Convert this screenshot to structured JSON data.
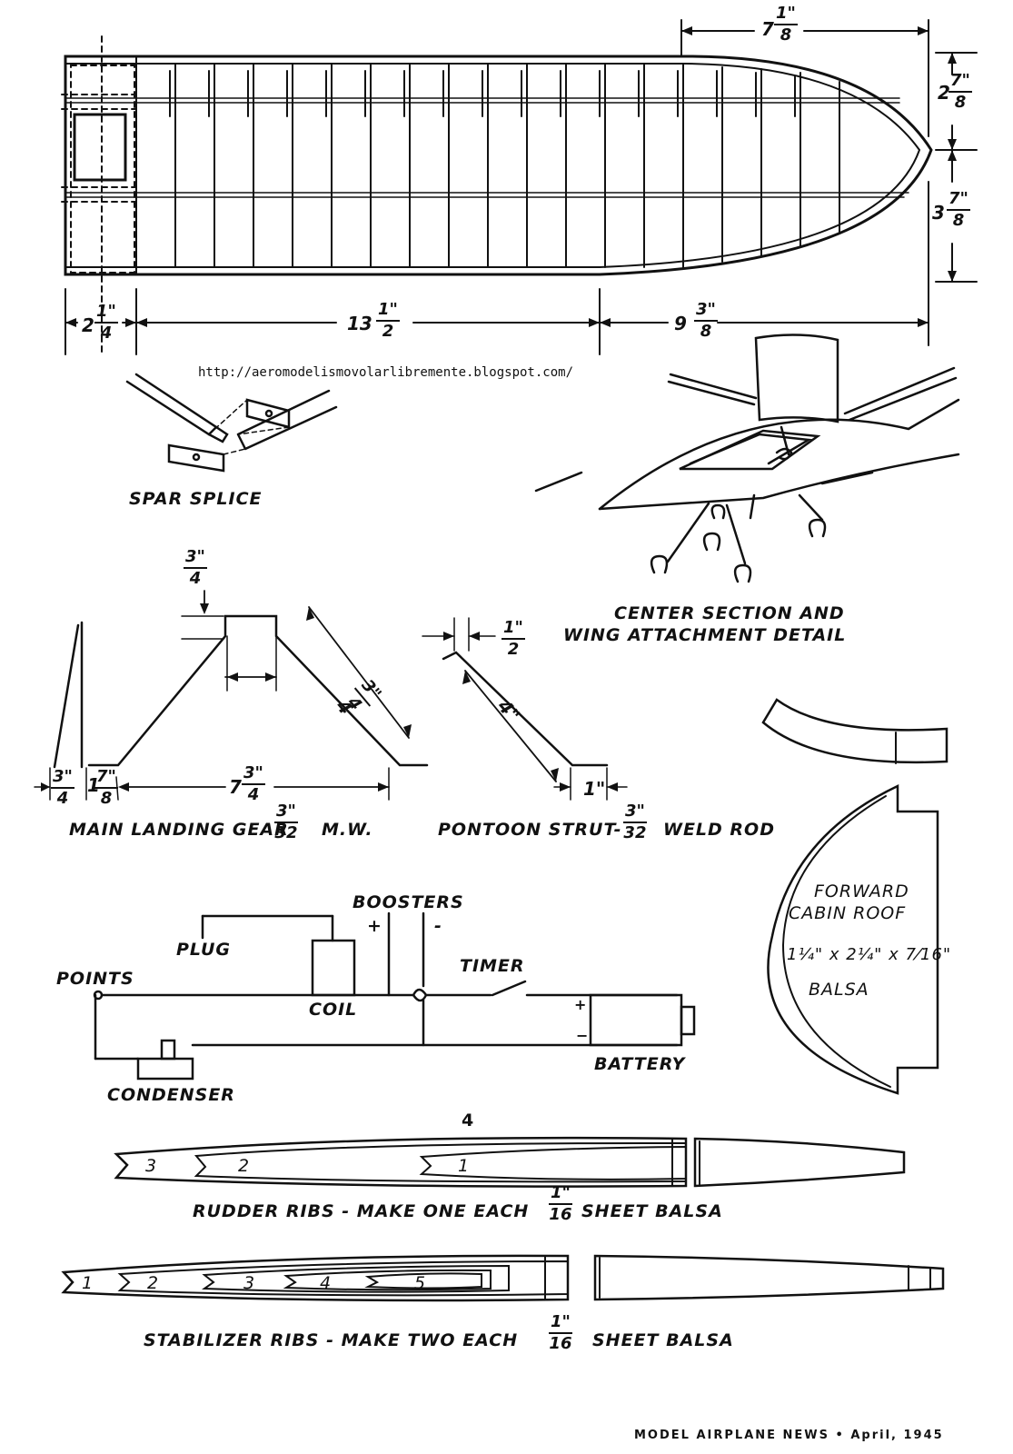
{
  "source_url": "http://aeromodelismovolarlibremente.blogspot.com/",
  "wing": {
    "dim_tip_width_whole": "7",
    "dim_tip_width_frac": [
      "1\"",
      "8"
    ],
    "dim_upper_right_whole": "2",
    "dim_upper_right_frac": [
      "7\"",
      "8"
    ],
    "dim_lower_right_whole": "3",
    "dim_lower_right_frac": [
      "7\"",
      "8"
    ],
    "dim_left_whole": "2",
    "dim_left_frac": [
      "1\"",
      "4"
    ],
    "dim_center_whole": "13",
    "dim_center_frac": [
      "1\"",
      "2"
    ],
    "dim_right_whole": "9",
    "dim_right_frac": [
      "3\"",
      "8"
    ]
  },
  "labels": {
    "spar_splice": "SPAR SPLICE",
    "center_section_line1": "CENTER SECTION AND",
    "center_section_line2": "WING ATTACHMENT DETAIL",
    "main_gear_prefix": "MAIN LANDING GEAR",
    "main_gear_frac": [
      "3\"",
      "32"
    ],
    "main_gear_suffix": "M.W.",
    "pontoon_prefix": "PONTOON STRUT-",
    "pontoon_frac": [
      "3\"",
      "32"
    ],
    "pontoon_suffix": "WELD ROD",
    "forward_cabin_line1": "FORWARD",
    "forward_cabin_line2": "CABIN ROOF",
    "forward_cabin_dims": "1¼\" x 2¼\" x 7⁄16\"",
    "forward_cabin_material": "BALSA"
  },
  "gear": {
    "top_frac": [
      "3\"",
      "4"
    ],
    "strut_frac": [
      "3\"",
      "4"
    ],
    "strut_whole": "4",
    "left_frac": [
      "3\"",
      "4"
    ],
    "base_left_whole": "1",
    "base_left_frac": [
      "7\"",
      "8"
    ],
    "base_whole": "7",
    "base_frac": [
      "3\"",
      "4"
    ]
  },
  "pontoon": {
    "top_frac": [
      "1\"",
      "2"
    ],
    "length": "4\"",
    "foot": "1\""
  },
  "circuit": {
    "boosters": "BOOSTERS",
    "plus": "+",
    "minus": "-",
    "plug": "PLUG",
    "points": "POINTS",
    "timer": "TIMER",
    "coil": "COIL",
    "battery": "BATTERY",
    "condenser": "CONDENSER",
    "battery_plus": "+",
    "battery_minus": "−"
  },
  "rudder_ribs": {
    "numbers": [
      "4",
      "3",
      "2",
      "1"
    ],
    "caption_prefix": "RUDDER RIBS - MAKE ONE EACH",
    "caption_frac": [
      "1\"",
      "16"
    ],
    "caption_suffix": "SHEET BALSA"
  },
  "stabilizer_ribs": {
    "numbers": [
      "1",
      "2",
      "3",
      "4",
      "5"
    ],
    "caption_prefix": "STABILIZER RIBS - MAKE TWO EACH",
    "caption_frac": [
      "1\"",
      "16"
    ],
    "caption_suffix": "SHEET BALSA"
  },
  "credit": "MODEL AIRPLANE NEWS • April, 1945"
}
